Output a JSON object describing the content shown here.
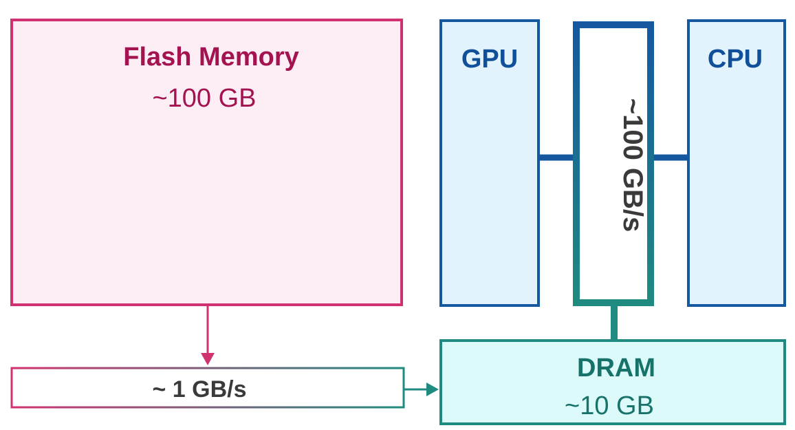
{
  "flash": {
    "title": "Flash Memory",
    "size": "~100 GB"
  },
  "gpu": {
    "label": "GPU"
  },
  "cpu": {
    "label": "CPU"
  },
  "bus": {
    "label": "~100 GB/s"
  },
  "dram": {
    "title": "DRAM",
    "size": "~10 GB"
  },
  "link": {
    "label": "~ 1 GB/s"
  },
  "colors": {
    "flash_stroke": "#d0326f",
    "flash_fill": "#fdeef6",
    "flash_text": "#a3134f",
    "blue_stroke": "#1558a0",
    "blue_fill": "#e3f3fd",
    "blue_text": "#10509a",
    "teal_stroke": "#1f8a80",
    "teal_fill": "#dcfafa",
    "teal_text": "#17736a",
    "dark_text": "#3a3a3a"
  }
}
